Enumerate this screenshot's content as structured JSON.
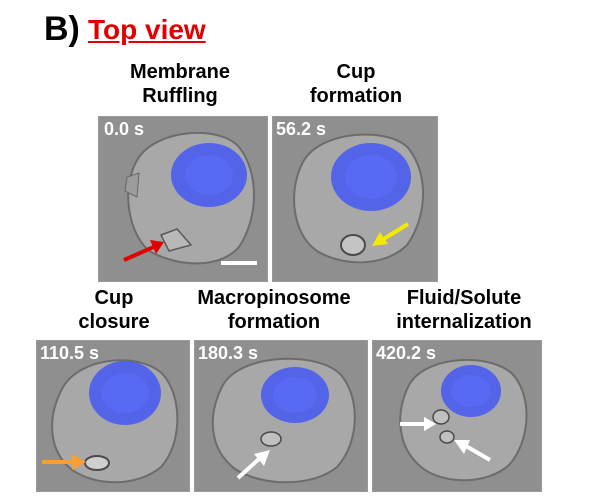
{
  "figure": {
    "letter": "B)",
    "heading": "Top view",
    "heading_color": "#e00000"
  },
  "panels": [
    {
      "label_line1": "Membrane",
      "label_line2": "Ruffling",
      "timestamp": "0.0 s",
      "arrow_color": "#e00000"
    },
    {
      "label_line1": "Cup",
      "label_line2": "formation",
      "timestamp": "56.2 s",
      "arrow_color": "#f2ea00"
    },
    {
      "label_line1": "Cup",
      "label_line2": "closure",
      "timestamp": "110.5 s",
      "arrow_color": "#f5a030"
    },
    {
      "label_line1": "Macropinosome",
      "label_line2": "formation",
      "timestamp": "180.3 s",
      "arrow_color": "#ffffff"
    },
    {
      "label_line1": "Fluid/Solute",
      "label_line2": "internalization",
      "timestamp": "420.2 s",
      "arrow_color": "#ffffff"
    }
  ],
  "colors": {
    "nucleus": "#4a5cf0",
    "background": "#8f8f8f",
    "cell": "#a6a6a6"
  },
  "icons": {
    "scale_bar": "scale-bar",
    "arrow": "arrow-icon"
  }
}
